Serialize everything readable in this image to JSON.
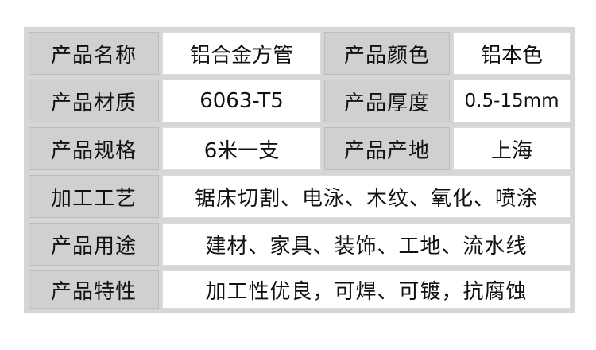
{
  "rows": [
    {
      "label": "产品名称",
      "value": "铝合金方管",
      "label2": "产品颜色",
      "value2": "铝本色"
    },
    {
      "label": "产品材质",
      "value": "6063-T5",
      "label2": "产品厚度",
      "value2": "0.5-15mm"
    },
    {
      "label": "产品规格",
      "value": "6米一支",
      "label2": "产品产地",
      "value2": "上海"
    },
    {
      "label": "加工工艺",
      "value": "锯床切割、电泳、木纹、氧化、喷涂"
    },
    {
      "label": "产品用途",
      "value": "建材、家具、装饰、工地、流水线"
    },
    {
      "label": "产品特性",
      "value": "加工性优良，可焊、可镀，抗腐蚀"
    }
  ]
}
